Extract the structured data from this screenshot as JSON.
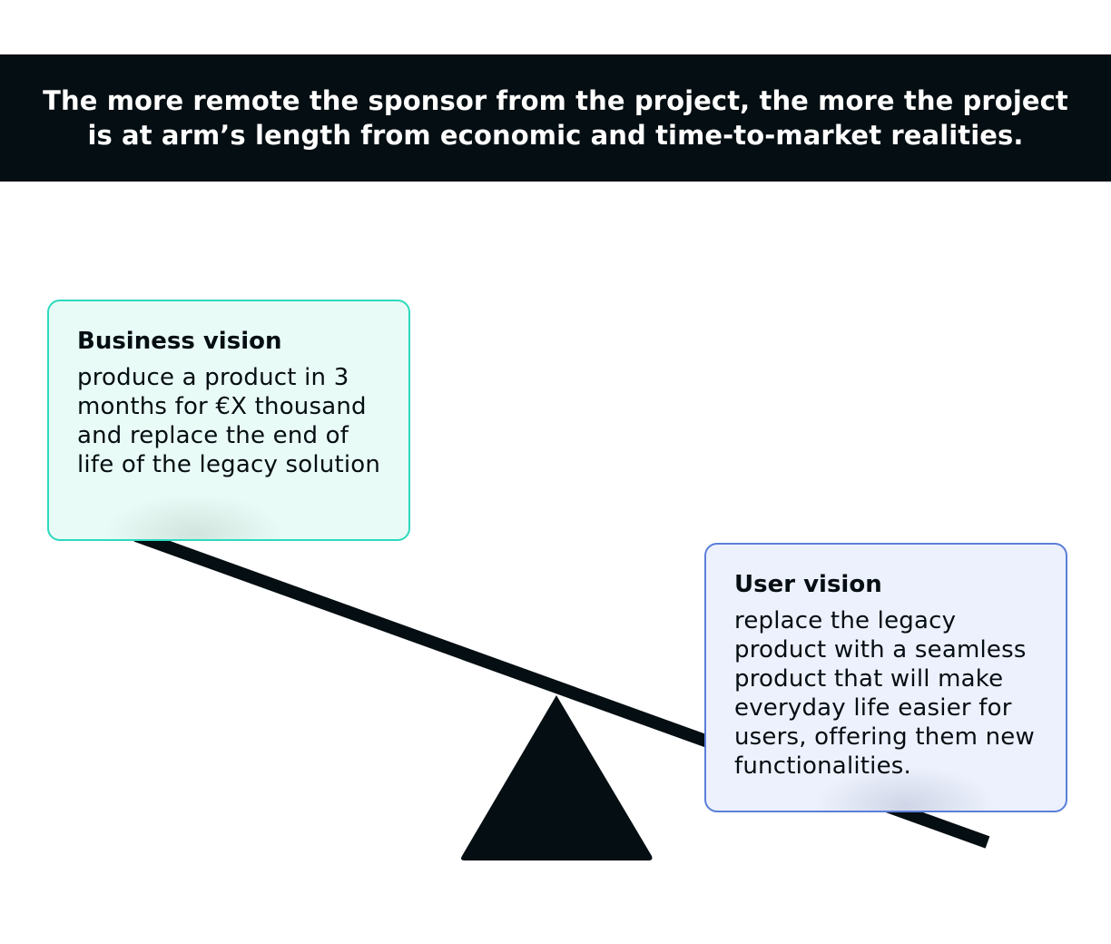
{
  "header": {
    "title": "The more remote the sponsor from the project, the more the project is at arm’s length from economic and time-to-market realities."
  },
  "business_vision": {
    "title": "Business vision",
    "body": "produce a product in 3 months for €X thousand and replace the end of life of the legacy solution"
  },
  "user_vision": {
    "title": "User vision",
    "body": "replace the legacy product with a seamless product that will make everyday life easier for users, offering them new functionalities."
  },
  "colors": {
    "dark": "#050e12",
    "business_border": "#2dd9bd",
    "business_fill": "#e9fbf6",
    "user_border": "#5b7fd8",
    "user_fill": "#edf1fd"
  }
}
